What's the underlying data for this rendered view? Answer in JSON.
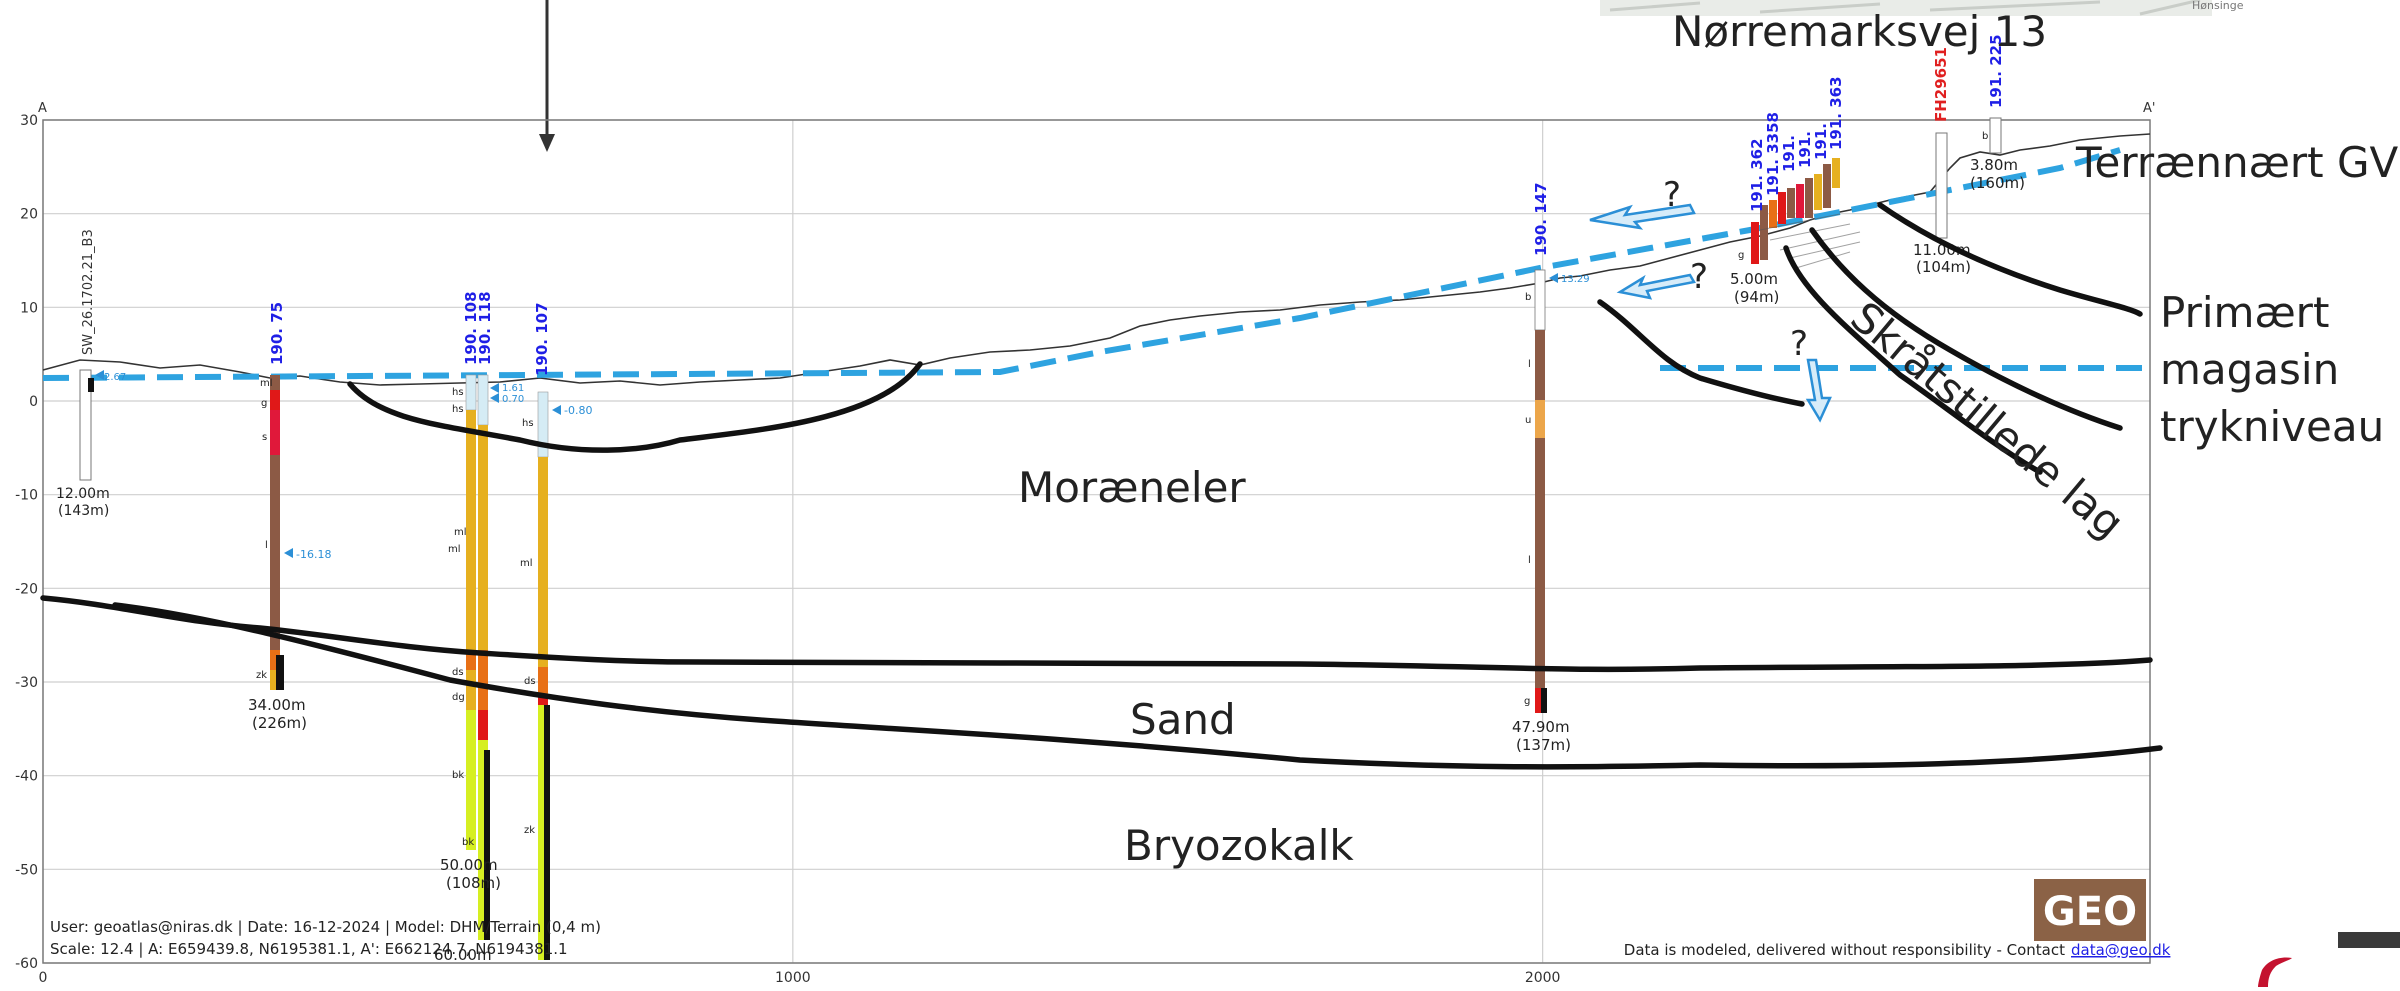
{
  "map_strip": {
    "place": "Nørremarksvej 13",
    "village": "Hønsinge"
  },
  "profile": {
    "start_label": "A",
    "end_label": "A'",
    "y_ticks": [
      "30",
      "20",
      "10",
      "0",
      "-10",
      "-20",
      "-30",
      "-40",
      "-50",
      "-60"
    ],
    "x_ticks": [
      "0",
      "1000",
      "2000"
    ],
    "y_range": [
      -60,
      30
    ],
    "x_range": [
      0,
      2810
    ]
  },
  "annotations": {
    "gv": "Terrænnært GV",
    "primary_1": "Primært",
    "primary_2": "magasin",
    "primary_3": "trykniveau",
    "tilted": "Skråtstillede lag",
    "moraene": "Moræneler",
    "sand": "Sand",
    "bryozo": "Bryozokalk",
    "q": "?"
  },
  "footer": {
    "line1": "User: geoatlas@niras.dk | Date: 16-12-2024 | Model: DHM/Terrain (0,4 m)",
    "line2": "Scale: 12.4 | A: E659439.8, N6195381.1, A': E662124.7, N6194381.1",
    "disclaimer": "Data is modeled, delivered without responsibility - Contact",
    "contact": "data@geo.dk",
    "logo": "GEO"
  },
  "boreholes": [
    {
      "id": "SW_26.1702.21_B3",
      "depth": "12.00m",
      "dist": "(143m)",
      "wl": "2.67"
    },
    {
      "id": "190. 75",
      "depth": "34.00m",
      "dist": "(226m)",
      "wl": "-16.18"
    },
    {
      "id": "190. 108",
      "depth": "50.00m",
      "dist": "(108m)",
      "wl": "1.61"
    },
    {
      "id": "190. 118",
      "depth": "60.00m",
      "dist": "",
      "wl": "0.70"
    },
    {
      "id": "190. 107",
      "depth": "",
      "dist": "",
      "wl": "-0.80"
    },
    {
      "id": "190. 147",
      "depth": "47.90m",
      "dist": "(137m)",
      "wl": "13.29"
    },
    {
      "id": "191. 362",
      "depth": "5.00m",
      "dist": "(94m)",
      "wl": ""
    },
    {
      "id": "FH29651",
      "depth": "11.00m",
      "dist": "(104m)",
      "wl": ""
    },
    {
      "id": "191. 225",
      "depth": "3.80m",
      "dist": "(160m)",
      "wl": ""
    }
  ],
  "cluster_labels": [
    "191. 3358",
    "191. 363"
  ],
  "layer_codes": [
    "ml",
    "g",
    "s",
    "l",
    "zk",
    "hs",
    "ds",
    "dg",
    "bk",
    "b",
    "u"
  ],
  "colors": {
    "dashed_level": "#2ea3e0",
    "borehole_label": "#1f1fe6",
    "borehole_label_red": "#e02020",
    "arrow": "#2b8fd6",
    "moraine": "#8c5a45",
    "sand": "#e6b020",
    "chalk": "#d6ef22",
    "red_layer": "#e01818",
    "logo_bg": "#8b6246"
  }
}
